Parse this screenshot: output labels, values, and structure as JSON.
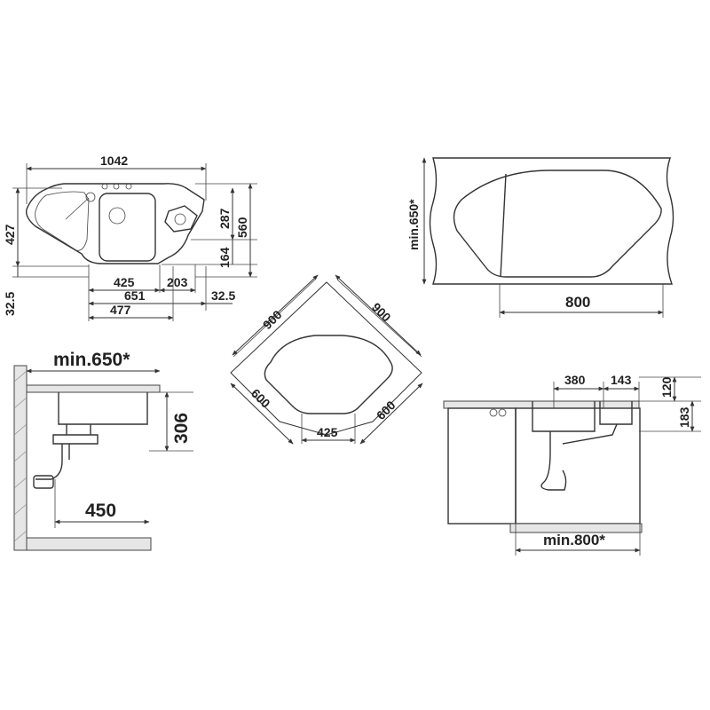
{
  "top_view": {
    "width": "1042",
    "depth": "427",
    "bowl_depth": "287",
    "outer_depth": "560",
    "offset_164": "164",
    "offset_left": "32.5",
    "offset_right": "32.5",
    "w425": "425",
    "w203": "203",
    "w651": "651",
    "w477": "477"
  },
  "corner_view": {
    "side_a": "900",
    "side_b": "900",
    "cab_a": "600",
    "cab_b": "600",
    "bowl": "425"
  },
  "plan_view": {
    "min_depth": "min.650*",
    "cabinet_width": "800"
  },
  "section_left": {
    "min_depth": "min.650*",
    "height": "306",
    "drain": "450"
  },
  "section_right": {
    "w380": "380",
    "w143": "143",
    "h120": "120",
    "h183": "183",
    "min_width": "min.800*"
  }
}
